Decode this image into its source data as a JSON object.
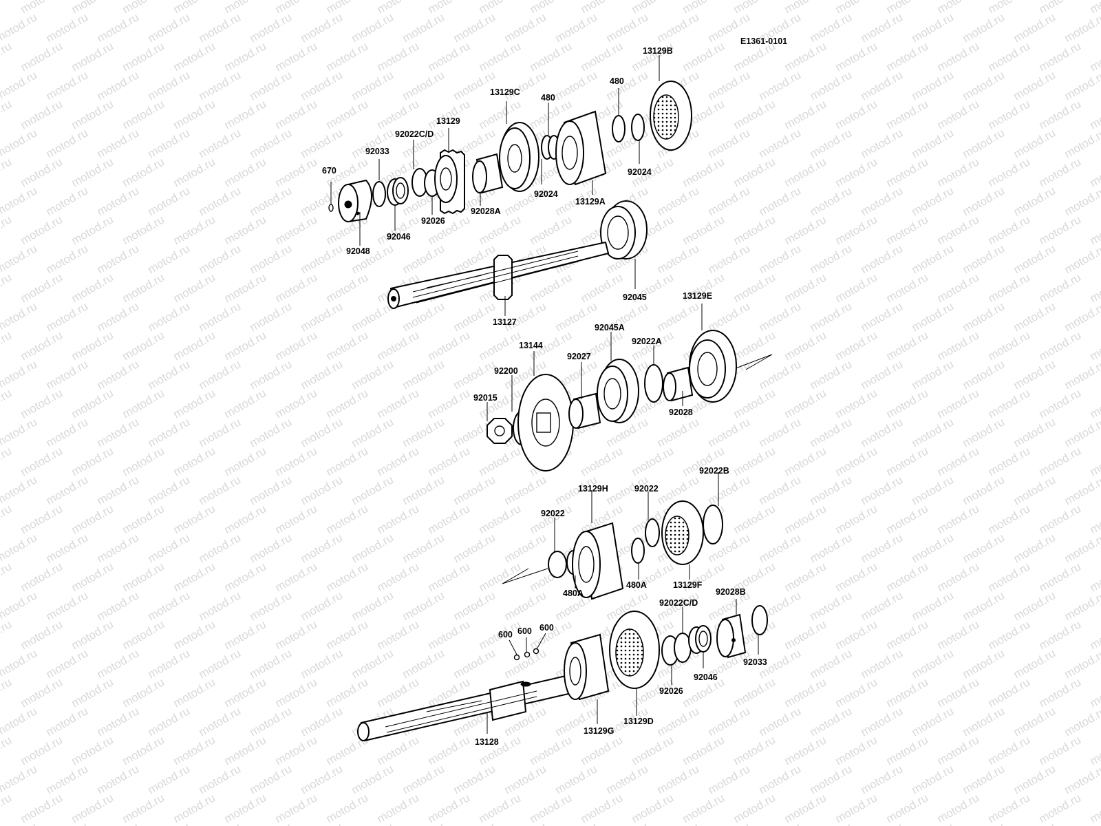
{
  "diagram": {
    "code": "E1361-0101",
    "watermark": "motod.ru",
    "labels": {
      "l670": "670",
      "l92048": "92048",
      "l92033a": "92033",
      "l92046a": "92046",
      "l92022cd_a": "92022C/D",
      "l92026a": "92026",
      "l13129": "13129",
      "l92028A": "92028A",
      "l13129C": "13129C",
      "l480a": "480",
      "l92024a": "92024",
      "l13129A": "13129A",
      "l480b": "480",
      "l92024b": "92024",
      "l13129B": "13129B",
      "l92045": "92045",
      "l13127": "13127",
      "l92015": "92015",
      "l92200": "92200",
      "l13144": "13144",
      "l92027": "92027",
      "l92045A": "92045A",
      "l92022A": "92022A",
      "l92028": "92028",
      "l13129E": "13129E",
      "l92022a": "92022",
      "l480Aa": "480A",
      "l13129H": "13129H",
      "l480Ab": "480A",
      "l92022b": "92022",
      "l13129F": "13129F",
      "l92022B": "92022B",
      "l600a": "600",
      "l600b": "600",
      "l600c": "600",
      "l13128": "13128",
      "l13129G": "13129G",
      "l13129D": "13129D",
      "l92026b": "92026",
      "l92022cd_b": "92022C/D",
      "l92046b": "92046",
      "l92028B": "92028B",
      "l92033b": "92033"
    }
  }
}
